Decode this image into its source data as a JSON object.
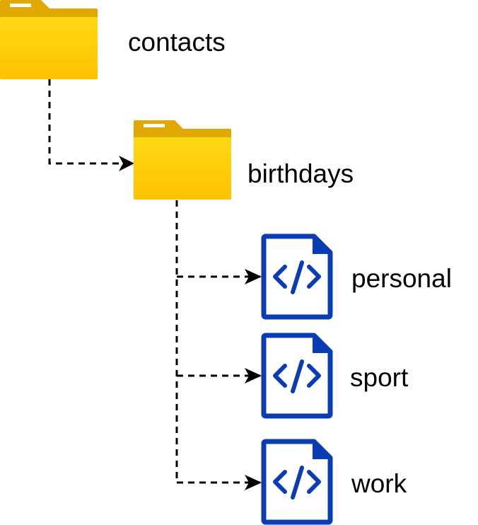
{
  "tree": {
    "root": {
      "label": "contacts",
      "kind": "folder",
      "icon": "folder-icon"
    },
    "child": {
      "label": "birthdays",
      "kind": "folder",
      "icon": "folder-icon"
    },
    "files": [
      {
        "label": "personal",
        "kind": "code-file",
        "icon": "code-file-icon"
      },
      {
        "label": "sport",
        "kind": "code-file",
        "icon": "code-file-icon"
      },
      {
        "label": "work",
        "kind": "code-file",
        "icon": "code-file-icon"
      }
    ]
  },
  "colors": {
    "folder_body": "#FFC700",
    "folder_tab": "#E0A800",
    "file_icon": "#0A3DB3",
    "connector": "#000000"
  }
}
